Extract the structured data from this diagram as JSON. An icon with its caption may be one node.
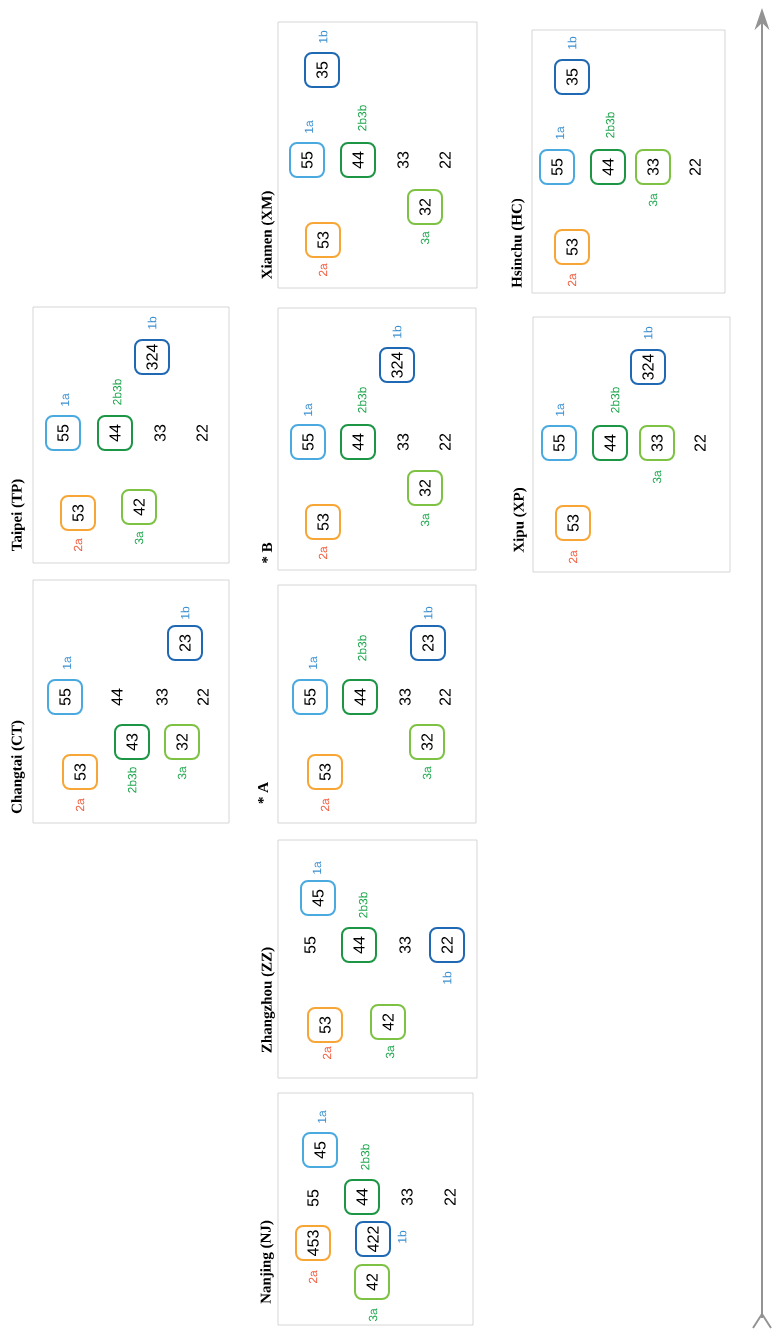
{
  "diagram": {
    "nodes": [
      {
        "text": [
          "Changtai (CT)"
        ]
      },
      {
        "text": [
          "55"
        ],
        "in": 0,
        "beside": [
          "1a"
        ]
      },
      {
        "text": [
          "23"
        ],
        "in": 0,
        "beside": [
          "1b"
        ]
      },
      {
        "text": [
          "53"
        ],
        "in": 0,
        "beside": [
          "2a"
        ]
      },
      {
        "text": [
          "43"
        ],
        "in": 0,
        "beside": [
          "2b3b"
        ]
      },
      {
        "text": [
          "32"
        ],
        "in": 0,
        "beside": [
          "3a"
        ]
      },
      {
        "text": [
          "Taipei (TP)"
        ]
      },
      {
        "text": [
          "55"
        ],
        "in": 6,
        "beside": [
          "1a"
        ]
      },
      {
        "text": [
          "44"
        ],
        "in": 6,
        "beside": [
          "2b3b"
        ]
      },
      {
        "text": [
          "324"
        ],
        "in": 6,
        "beside": [
          "1b"
        ]
      },
      {
        "text": [
          "53"
        ],
        "in": 6,
        "beside": [
          "2a"
        ]
      },
      {
        "text": [
          "42"
        ],
        "in": 6,
        "beside": [
          "3a"
        ]
      },
      {
        "text": [
          "Nanjing (NJ)"
        ]
      },
      {
        "text": [
          "45"
        ],
        "in": 12,
        "beside": [
          "1a"
        ]
      },
      {
        "text": [
          "44"
        ],
        "in": 12,
        "beside": [
          "2b3b"
        ]
      },
      {
        "text": [
          "453"
        ],
        "in": 12,
        "beside": [
          "2a"
        ]
      },
      {
        "text": [
          "422"
        ],
        "in": 12,
        "beside": [
          "1b"
        ]
      },
      {
        "text": [
          "42"
        ],
        "in": 12,
        "beside": [
          "3a"
        ]
      },
      {
        "text": [
          "Zhangzhou (ZZ)"
        ]
      },
      {
        "text": [
          "45"
        ],
        "in": 18,
        "beside": [
          "1a"
        ]
      },
      {
        "text": [
          "44"
        ],
        "in": 18,
        "beside": [
          "2b3b"
        ]
      },
      {
        "text": [
          "22"
        ],
        "in": 18,
        "beside": [
          "1b"
        ]
      },
      {
        "text": [
          "53"
        ],
        "in": 18,
        "beside": [
          "2a"
        ]
      },
      {
        "text": [
          "42"
        ],
        "in": 18,
        "beside": [
          "3a"
        ]
      },
      {
        "text": [
          "* A"
        ]
      },
      {
        "text": [
          "55"
        ],
        "in": 24,
        "beside": [
          "1a"
        ]
      },
      {
        "text": [
          "44"
        ],
        "in": 24,
        "beside": [
          "2b3b"
        ]
      },
      {
        "text": [
          "23"
        ],
        "in": 24,
        "beside": [
          "1b"
        ]
      },
      {
        "text": [
          "53"
        ],
        "in": 24,
        "beside": [
          "2a"
        ]
      },
      {
        "text": [
          "32"
        ],
        "in": 24,
        "beside": [
          "3a"
        ]
      },
      {
        "text": [
          "* B"
        ]
      },
      {
        "text": [
          "55"
        ],
        "in": 30,
        "beside": [
          "1a"
        ]
      },
      {
        "text": [
          "44"
        ],
        "in": 30,
        "beside": [
          "2b3b"
        ]
      },
      {
        "text": [
          "324"
        ],
        "in": 30,
        "beside": [
          "1b"
        ]
      },
      {
        "text": [
          "53"
        ],
        "in": 30,
        "beside": [
          "2a"
        ]
      },
      {
        "text": [
          "32"
        ],
        "in": 30,
        "beside": [
          "3a"
        ]
      },
      {
        "text": [
          "Xiamen (XM)"
        ]
      },
      {
        "text": [
          "35"
        ],
        "in": 36,
        "beside": [
          "1b"
        ]
      },
      {
        "text": [
          "55"
        ],
        "in": 36,
        "beside": [
          "1a"
        ]
      },
      {
        "text": [
          "44"
        ],
        "in": 36,
        "beside": [
          "2b3b"
        ]
      },
      {
        "text": [
          "53"
        ],
        "in": 36,
        "beside": [
          "2a"
        ]
      },
      {
        "text": [
          "32"
        ],
        "in": 36,
        "beside": [
          "3a"
        ]
      },
      {
        "text": [
          "Xipu (XP)"
        ]
      },
      {
        "text": [
          "55"
        ],
        "in": 42,
        "beside": [
          "1a"
        ]
      },
      {
        "text": [
          "44"
        ],
        "in": 42,
        "beside": [
          "2b3b"
        ]
      },
      {
        "text": [
          "324"
        ],
        "in": 42,
        "beside": [
          "1b"
        ]
      },
      {
        "text": [
          "33"
        ],
        "in": 42,
        "beside": [
          "3a"
        ]
      },
      {
        "text": [
          "53"
        ],
        "in": 42,
        "beside": [
          "2a"
        ]
      },
      {
        "text": [
          "Hsinchu (HC)"
        ]
      },
      {
        "text": [
          "35"
        ],
        "in": 48,
        "beside": [
          "1b"
        ]
      },
      {
        "text": [
          "55"
        ],
        "in": 48,
        "beside": [
          "1a"
        ]
      },
      {
        "text": [
          "44"
        ],
        "in": 48,
        "beside": [
          "2b3b"
        ]
      },
      {
        "text": [
          "33"
        ],
        "in": 48,
        "beside": [
          "3a"
        ]
      },
      {
        "text": [
          "53"
        ],
        "in": 48,
        "beside": [
          "2a"
        ]
      }
    ],
    "labels": [
      "44",
      "33",
      "22",
      "33",
      "22",
      "55",
      "33",
      "22",
      "55",
      "33",
      "33",
      "22",
      "33",
      "22",
      "33",
      "22",
      "22",
      "22"
    ]
  }
}
